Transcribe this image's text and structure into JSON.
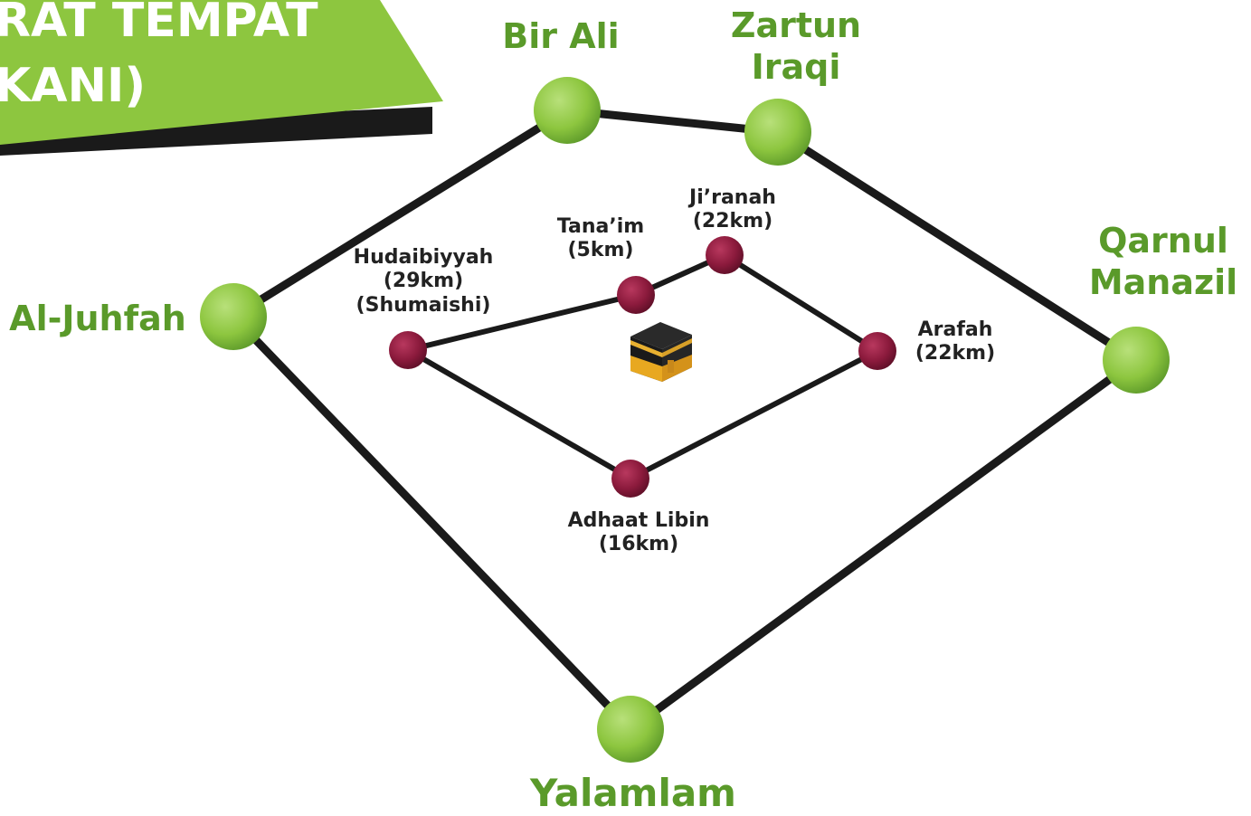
{
  "banner": {
    "line1": "RAT TEMPAT",
    "line2": "KANI)",
    "color": "#8dc63f",
    "shadow_color": "#1a1a1a"
  },
  "colors": {
    "outer_node": "#8dc63f",
    "inner_node": "#8b1a3c",
    "line": "#1a1a1a",
    "outer_label": "#5a9a2a",
    "inner_label": "#222222"
  },
  "outer_nodes": [
    {
      "id": "bir-ali",
      "label": "Bir Ali"
    },
    {
      "id": "zartun-iraqi",
      "label_line1": "Zartun",
      "label_line2": "Iraqi"
    },
    {
      "id": "qarnul-manazil",
      "label_line1": "Qarnul",
      "label_line2": "Manazil"
    },
    {
      "id": "yalamlam",
      "label": "Yalamlam"
    },
    {
      "id": "al-juhfah",
      "label": "Al-Juhfah"
    }
  ],
  "inner_nodes": [
    {
      "id": "hudaibiyyah",
      "line1": "Hudaibiyyah",
      "line2": "(29km)",
      "line3": "(Shumaishi)"
    },
    {
      "id": "tanaim",
      "line1": "Tana’im",
      "line2": "(5km)"
    },
    {
      "id": "jiranah",
      "line1": "Ji’ranah",
      "line2": "(22km)"
    },
    {
      "id": "arafah",
      "line1": "Arafah",
      "line2": "(22km)"
    },
    {
      "id": "adhaat-libin",
      "line1": "Adhaat Libin",
      "line2": "(16km)"
    }
  ],
  "center_icon": "kaaba-icon"
}
